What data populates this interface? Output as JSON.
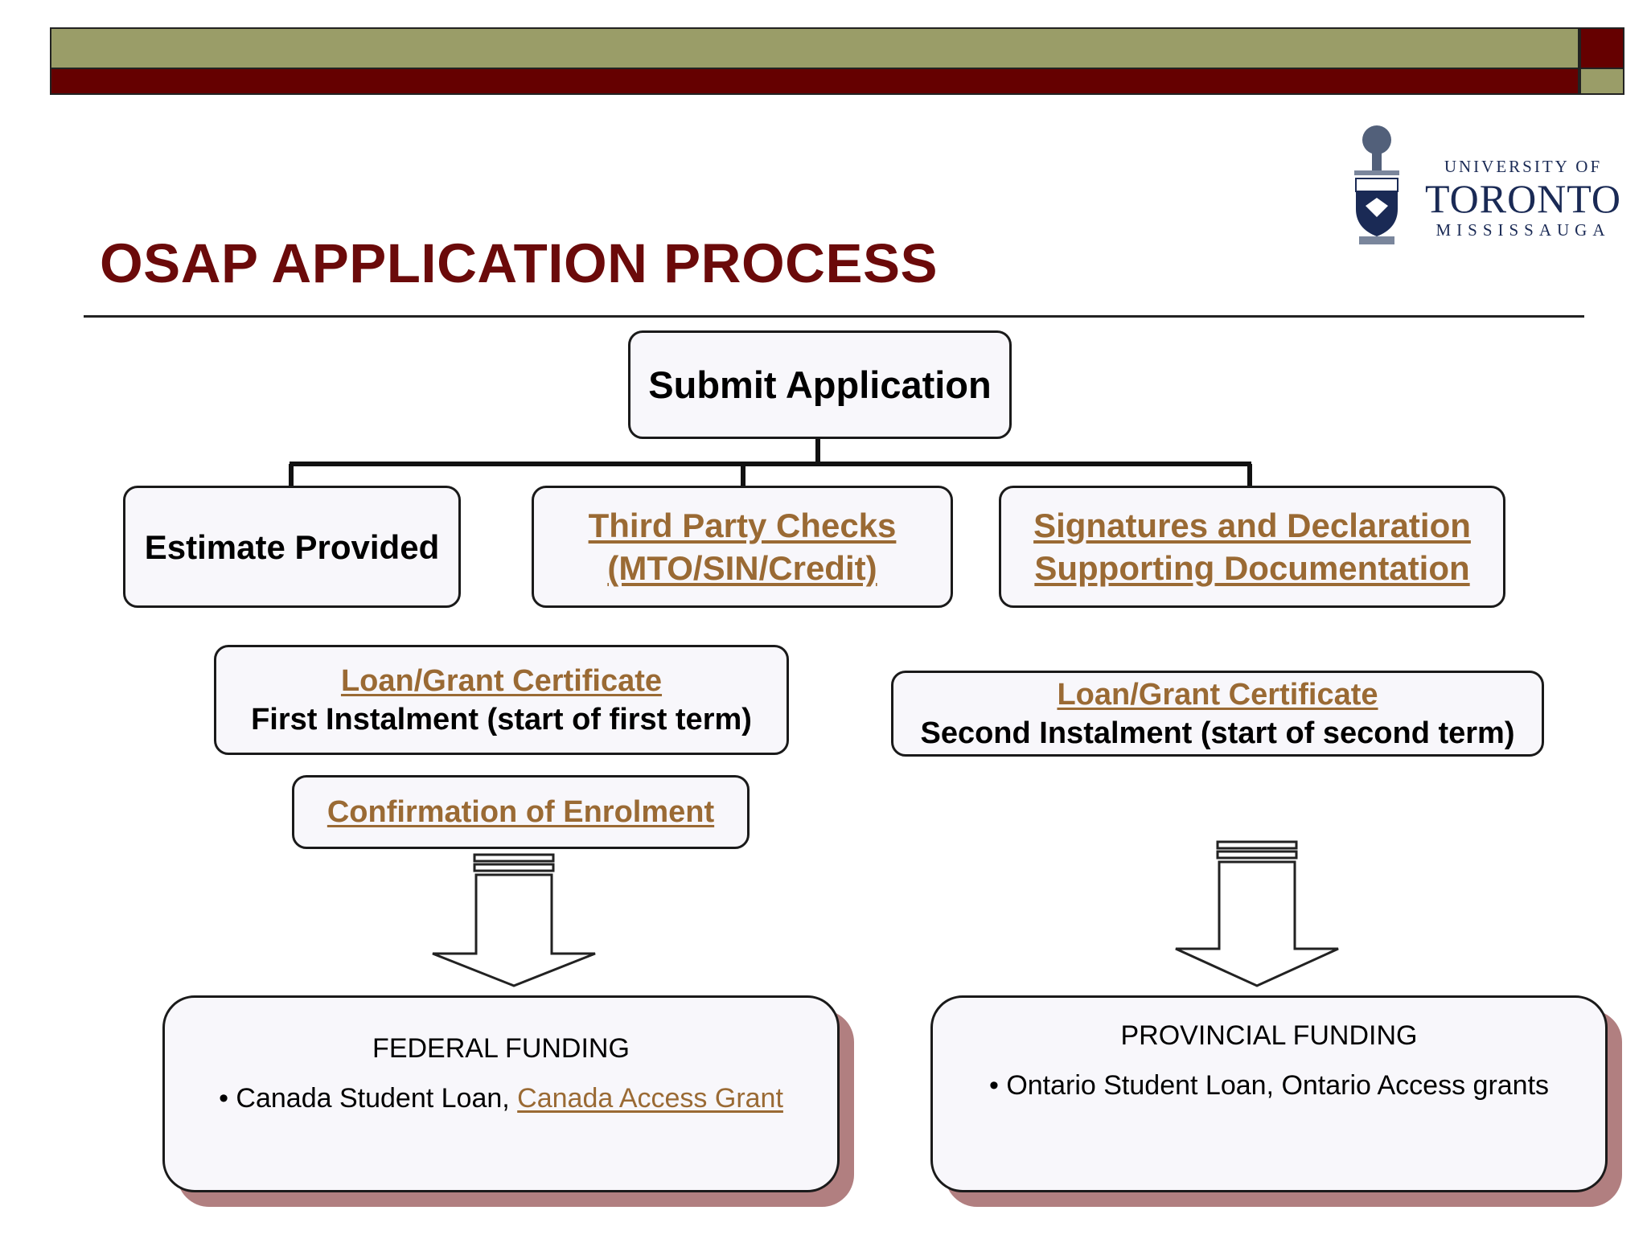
{
  "slide": {
    "title": "OSAP APPLICATION PROCESS"
  },
  "logo": {
    "line1": "UNIVERSITY OF",
    "line2": "TORONTO",
    "line3": "MISSISSAUGA"
  },
  "diagram": {
    "submit": "Submit Application",
    "estimate": "Estimate Provided",
    "third_party": {
      "line1": "Third Party Checks",
      "line2": "(MTO/SIN/Credit)"
    },
    "signatures": {
      "line1": "Signatures and Declaration",
      "line2": "Supporting Documentation"
    },
    "first_cert": {
      "link": "Loan/Grant Certificate",
      "text": "First Instalment (start of first term)"
    },
    "second_cert": {
      "link": "Loan/Grant Certificate",
      "text": "Second Instalment (start of second term)"
    },
    "confirmation": "Confirmation of Enrolment",
    "federal": {
      "title": "FEDERAL FUNDING",
      "bullet": "•",
      "item_text": "Canada Student Loan,",
      "item_link": "Canada Access Grant"
    },
    "provincial": {
      "title": "PROVINCIAL FUNDING",
      "bullet": "•",
      "item_text": "Ontario Student Loan, Ontario Access grants"
    }
  },
  "colors": {
    "olive": "#9a9d68",
    "maroon": "#650000",
    "title": "#6b0a0a",
    "link": "#9a6a34",
    "shadow": "#b17f80"
  }
}
